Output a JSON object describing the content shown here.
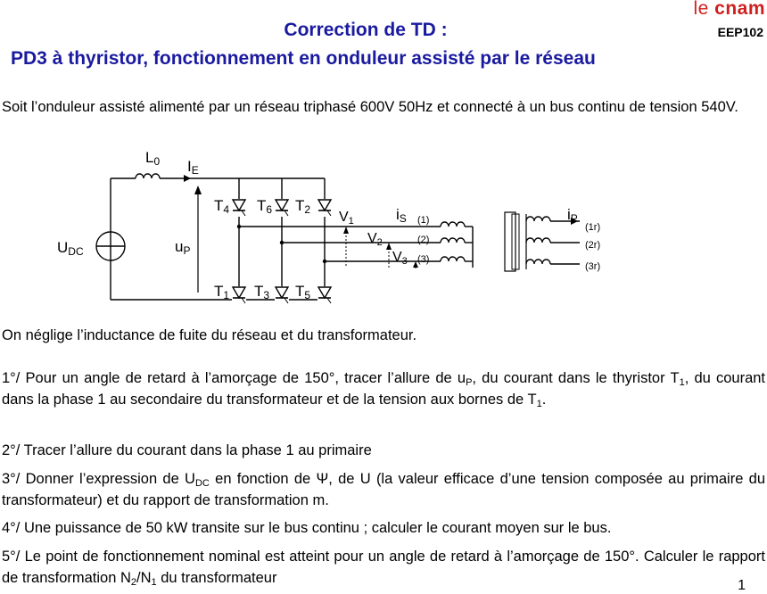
{
  "header": {
    "logo_le": "le",
    "logo_cnam": "cnam",
    "course_code": "EEP102",
    "title_line1": "Correction de TD :",
    "title_line2": "PD3 à thyristor, fonctionnement en onduleur assisté par le réseau"
  },
  "intro": "Soit l’onduleur assisté alimenté par un réseau triphasé 600V 50Hz et connecté à un bus continu de tension 540V.",
  "circuit": {
    "inductor_label": "L",
    "inductor_sub": "0",
    "dc_current": "I",
    "dc_current_sub": "E",
    "source_label": "U",
    "source_sub": "DC",
    "voltage_label": "u",
    "voltage_sub": "P",
    "thyristors_top": [
      {
        "name": "T",
        "sub": "4"
      },
      {
        "name": "T",
        "sub": "6"
      },
      {
        "name": "T",
        "sub": "2"
      }
    ],
    "thyristors_bottom": [
      {
        "name": "T",
        "sub": "1"
      },
      {
        "name": "T",
        "sub": "3"
      },
      {
        "name": "T",
        "sub": "5"
      }
    ],
    "phase_voltages": [
      {
        "name": "V",
        "sub": "1"
      },
      {
        "name": "V",
        "sub": "2"
      },
      {
        "name": "V",
        "sub": "3"
      }
    ],
    "secondary_current": "i",
    "secondary_current_sub": "S",
    "primary_current": "i",
    "primary_current_sub": "P",
    "secondary_windings": [
      "(1)",
      "(2)",
      "(3)"
    ],
    "primary_windings": [
      "(1r)",
      "(2r)",
      "(3r)"
    ]
  },
  "note": "On néglige l’inductance de fuite du réseau et du transformateur.",
  "questions": {
    "q1_a": "1°/ Pour un angle de retard à l’amorçage de 150°, tracer l’allure de u",
    "q1_sub1": "P",
    "q1_b": ", du courant dans le thyristor T",
    "q1_sub2": "1",
    "q1_c": ", du courant dans la phase 1 au secondaire du transformateur et de la tension aux bornes de T",
    "q1_sub3": "1",
    "q1_d": ".",
    "q2": "2°/ Tracer l’allure du courant dans la phase 1 au primaire",
    "q3_a": "3°/ Donner l’expression de U",
    "q3_sub": "DC",
    "q3_b": " en fonction de Ψ, de U (la valeur efficace d’une tension composée au primaire du transformateur) et du rapport de transformation m.",
    "q4": "4°/ Une puissance de 50 kW transite sur le bus continu ; calculer le courant moyen sur le bus.",
    "q5_a": "5°/ Le point de fonctionnement nominal est atteint pour un angle de retard à l’amorçage de 150°. Calculer le rapport de transformation N",
    "q5_sub1": "2",
    "q5_b": "/N",
    "q5_sub2": "1",
    "q5_c": " du transformateur"
  },
  "page_number": "1"
}
